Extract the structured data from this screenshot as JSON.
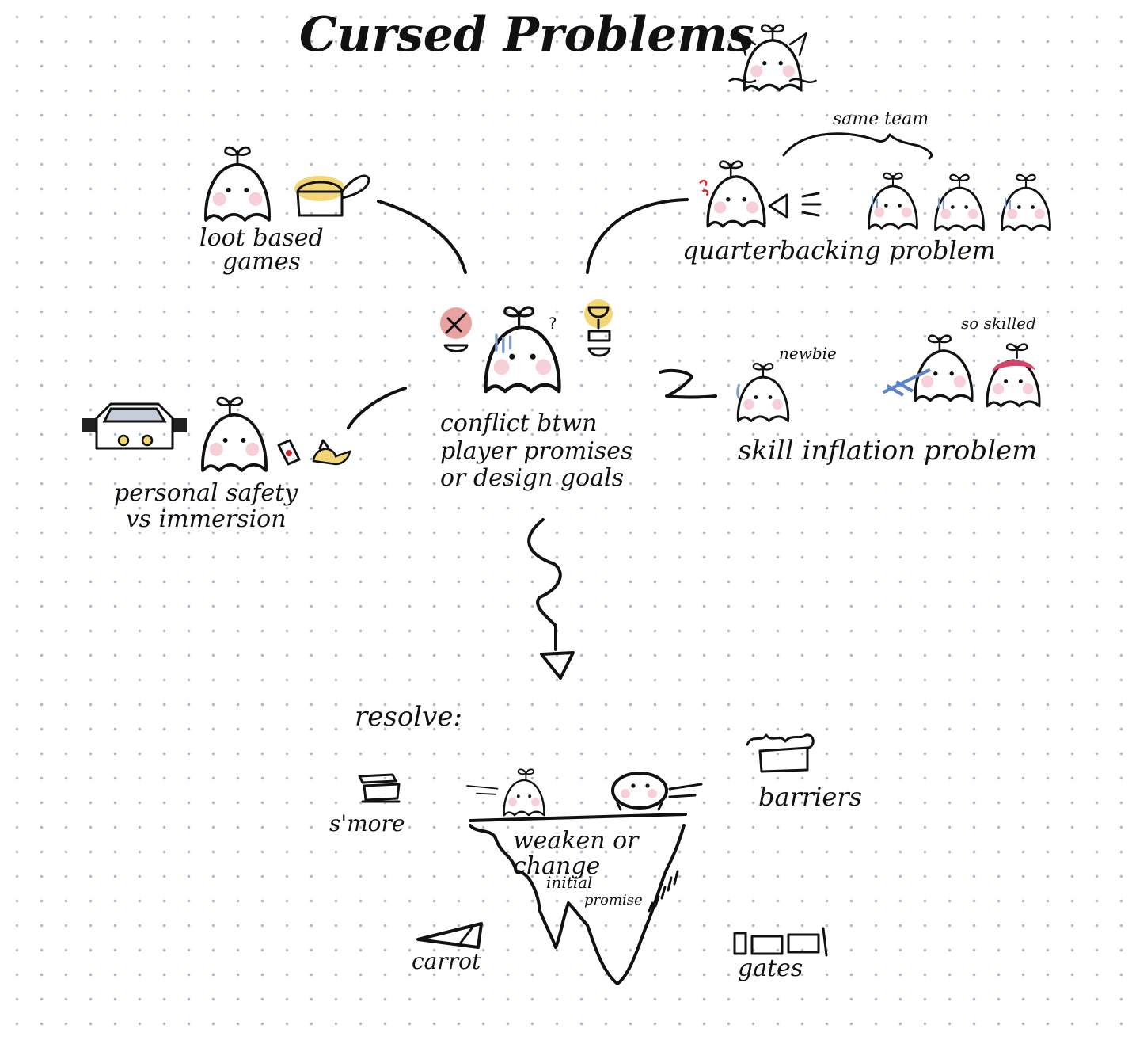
{
  "title": "Cursed Problems",
  "center": {
    "line1": "conflict btwn",
    "line2": "player promises",
    "line3": "or design goals"
  },
  "nodes": {
    "loot": {
      "line1": "loot based",
      "line2": "games"
    },
    "quarterbacking": {
      "label": "quarterbacking problem",
      "note": "same team"
    },
    "skill": {
      "label": "skill inflation problem",
      "newbie": "newbie",
      "skilled": "so skilled"
    },
    "personal": {
      "line1": "personal safety",
      "line2": "vs immersion"
    }
  },
  "resolve": {
    "heading": "resolve:",
    "smore": "s'more",
    "barriers": "barriers",
    "carrot": "carrot",
    "gates": "gates",
    "iceberg": {
      "line1": "weaken or",
      "line2": "change",
      "line3": "initial",
      "line4": "promise"
    }
  },
  "colors": {
    "ink": "#111111",
    "dots": "#a9bcd6",
    "cheek": "#f6cfd9",
    "gold": "#f3d776",
    "red_badge": "#e8a3a0",
    "blue_sweat": "#7d9cc7",
    "pink_hair": "#d8436a",
    "angry_red": "#d22a2a"
  },
  "icons": [
    "sprout-blob-icon",
    "treasure-chest-icon",
    "megaphone-icon",
    "sword-icon",
    "trophy-icon",
    "car-icon",
    "phone-icon",
    "chick-icon",
    "smore-icon",
    "iceberg-icon",
    "carrot-icon",
    "gate-icon",
    "arrow-down-icon"
  ]
}
